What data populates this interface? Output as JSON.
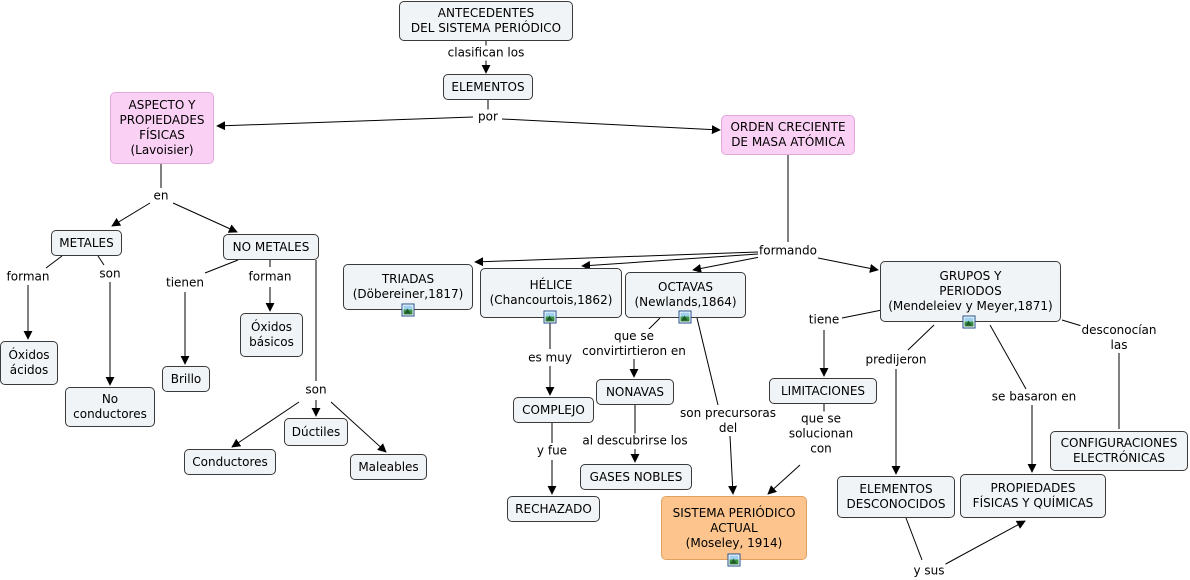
{
  "nodes": {
    "antecedentes": "ANTECEDENTES\nDEL SISTEMA PERIÓDICO",
    "elementos": "ELEMENTOS",
    "aspecto": "ASPECTO Y\nPROPIEDADES\nFÍSICAS\n(Lavoisier)",
    "orden": "ORDEN CRECIENTE\nDE MASA ATÓMICA",
    "metales": "METALES",
    "no_metales": "NO METALES",
    "oxidos_acidos": "Óxidos\nácidos",
    "no_conductores": "No\nconductores",
    "brillo": "Brillo",
    "oxidos_basicos": "Óxidos\nbásicos",
    "conductores": "Conductores",
    "ductiles": "Dúctiles",
    "maleables": "Maleables",
    "triadas": "TRIADAS\n(Döbereiner,1817)",
    "helice": "HÉLICE\n(Chancourtois,1862)",
    "octavas": "OCTAVAS\n(Newlands,1864)",
    "grupos": "GRUPOS Y\nPERIODOS\n(Mendeleiev y Meyer,1871)",
    "complejo": "COMPLEJO",
    "rechazado": "RECHAZADO",
    "nonavas": "NONAVAS",
    "gases_nobles": "GASES NOBLES",
    "sistema": "SISTEMA PERIÓDICO\nACTUAL\n(Moseley, 1914)",
    "limitaciones": "LIMITACIONES",
    "elementos_desc": "ELEMENTOS\nDESCONOCIDOS",
    "propiedades": "PROPIEDADES\nFÍSICAS Y QUÍMICAS",
    "configuraciones": "CONFIGURACIONES\nELECTRÓNICAS"
  },
  "links": {
    "clasifican": "clasifican los",
    "por": "por",
    "en": "en",
    "forman1": "forman",
    "son1": "son",
    "tienen": "tienen",
    "forman2": "forman",
    "son2": "son",
    "formando": "formando",
    "es_muy": "es muy",
    "y_fue": "y fue",
    "que_se_conv": "que se\nconvirtirtieron en",
    "al_descubrirse": "al descubrirse los",
    "precursoras": "son precursoras\ndel",
    "tiene": "tiene",
    "que_se_sol": "que se\nsolucionan\ncon",
    "predijeron": "predijeron",
    "se_basaron": "se basaron en",
    "desconocian": "desconocían las",
    "y_sus": "y sus"
  },
  "icons": [
    "image-icon",
    "image-icon",
    "image-icon",
    "image-icon",
    "image-icon"
  ],
  "colors": {
    "node": "#f0f4f6",
    "pink": "#fbd0f5",
    "orange": "#fdc58d",
    "line": "#000000"
  }
}
